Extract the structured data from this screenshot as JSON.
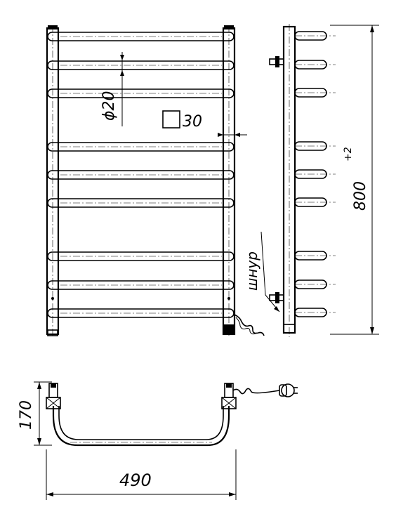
{
  "dimensions": {
    "diameter": "ϕ20",
    "square_profile": "30",
    "height": "800",
    "height_tolerance": "+2",
    "depth": "170",
    "width": "490"
  },
  "labels": {
    "cord": "шнур"
  },
  "colors": {
    "line": "#000000",
    "background": "#ffffff"
  },
  "icons": {
    "square_profile": "square-profile-icon",
    "plug": "plug-icon"
  }
}
